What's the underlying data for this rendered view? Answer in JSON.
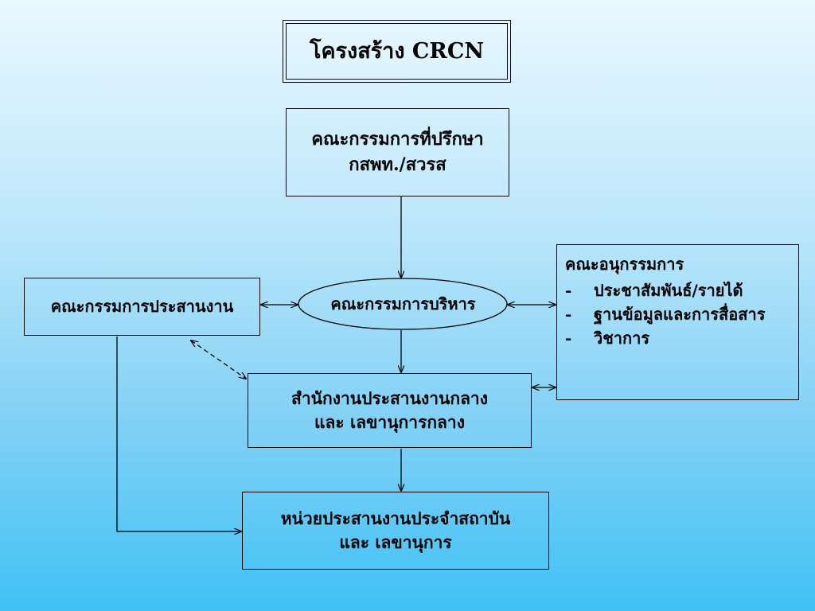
{
  "title": "โครงสร้าง CRCN",
  "advisor": {
    "line1": "คณะกรรมการที่ปรึกษา",
    "line2": "กสพท./สวรส"
  },
  "coordination": {
    "label": "คณะกรรมการประสานงาน"
  },
  "executive": {
    "label": "คณะกรรมการบริหาร"
  },
  "central_office": {
    "line1": "สำนักงานประสานงานกลาง",
    "line2": "และ เลขานุการกลาง"
  },
  "institution_unit": {
    "line1": "หน่วยประสานงานประจำสถาบัน",
    "line2": "และ เลขานุการ"
  },
  "subcommittee": {
    "title": "คณะอนุกรรมการ",
    "items": [
      {
        "bullet": "-",
        "label": "ประชาสัมพันธ์/รายได้"
      },
      {
        "bullet": "-",
        "label": "ฐานข้อมูลและการสื่อสาร"
      },
      {
        "bullet": "-",
        "label": "วิชาการ"
      }
    ]
  },
  "colors": {
    "background_top": "#eaf8ff",
    "background_bottom": "#3fc2f5",
    "line": "#000000"
  }
}
